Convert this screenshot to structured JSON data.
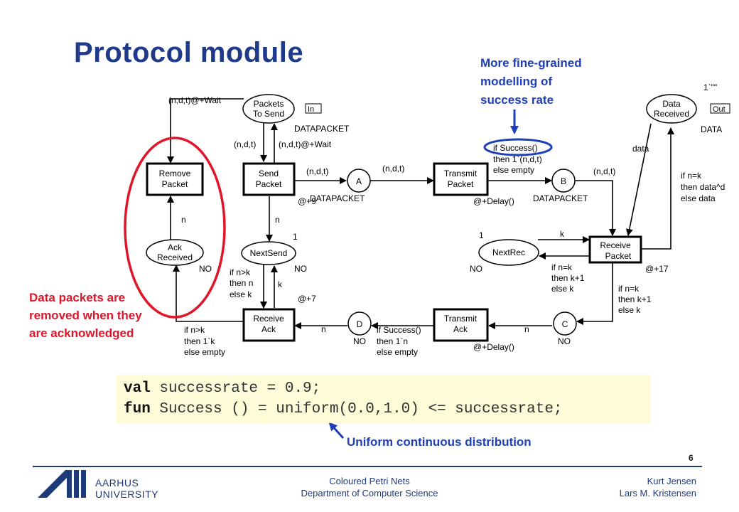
{
  "title": "Protocol module",
  "note_top": [
    "More fine-grained",
    "modelling of",
    "success rate"
  ],
  "note_left": [
    "Data packets are",
    "removed when they",
    "are acknowledged"
  ],
  "places": {
    "packets_to_send": [
      "Packets",
      "To Send"
    ],
    "data_received": [
      "Data",
      "Received"
    ],
    "a": "A",
    "b": "B",
    "c": "C",
    "d": "D",
    "ack_received": [
      "Ack",
      "Received"
    ],
    "next_send": "NextSend",
    "next_rec": "NextRec"
  },
  "transitions": {
    "remove_packet": [
      "Remove",
      "Packet"
    ],
    "send_packet": [
      "Send",
      "Packet"
    ],
    "transmit_packet": [
      "Transmit",
      "Packet"
    ],
    "receive_packet": [
      "Receive",
      "Packet"
    ],
    "transmit_ack": [
      "Transmit",
      "Ack"
    ],
    "receive_ack": [
      "Receive",
      "Ack"
    ]
  },
  "port_tags": {
    "in": "In",
    "out": "Out"
  },
  "types": {
    "datapacket": "DATAPACKET",
    "data": "DATA",
    "no": "NO"
  },
  "initial_markings": {
    "data_received": "1`\"\"",
    "next_send": "1",
    "next_rec": "1"
  },
  "delays": {
    "send_packet": "@+9",
    "transmit_packet": "@+Delay()",
    "receive_packet": "@+17",
    "receive_ack": "@+7",
    "transmit_ack": "@+Delay()"
  },
  "arcs": {
    "ndt_wait": "(n,d,t)@+Wait",
    "ndt": "(n,d,t)",
    "n": "n",
    "k": "k",
    "data": "data",
    "if_success_packet": [
      "if Success()",
      "then 1`(n,d,t)",
      "else empty"
    ],
    "if_nk_data": [
      "if n=k",
      "then data^d",
      "else data"
    ],
    "if_nk_k1": [
      "if n=k",
      "then k+1",
      "else k"
    ],
    "if_nk_k1_b": [
      "if n=k",
      "then k+1",
      "else k"
    ],
    "if_success_ack": [
      "if Success()",
      "then 1`n",
      "else empty"
    ],
    "if_ngtk_n": [
      "if n>k",
      "then n",
      "else k"
    ],
    "if_ngtk_1k": [
      "if n>k",
      "then 1`k",
      "else empty"
    ]
  },
  "code": {
    "line1_kw": "val",
    "line1_rest": " successrate = 0.9;",
    "line2_kw": "fun",
    "line2_pre": " Success () = ",
    "line2_func": "uniform",
    "line2_post": "(0.0,1.0) <= successrate;"
  },
  "uniform_note": "Uniform continuous distribution",
  "page_number": "6",
  "footer": {
    "center": [
      "Coloured Petri Nets",
      "Department of Computer Science"
    ],
    "right": [
      "Kurt Jensen",
      "Lars M. Kristensen"
    ],
    "university": [
      "AARHUS",
      "UNIVERSITY"
    ]
  },
  "colors": {
    "title": "#1f3a8a",
    "highlight_blue": "#1f3fb8",
    "highlight_red": "#e0152a",
    "code_bg": "#fdfbd8",
    "footer": "#1e3a78"
  }
}
